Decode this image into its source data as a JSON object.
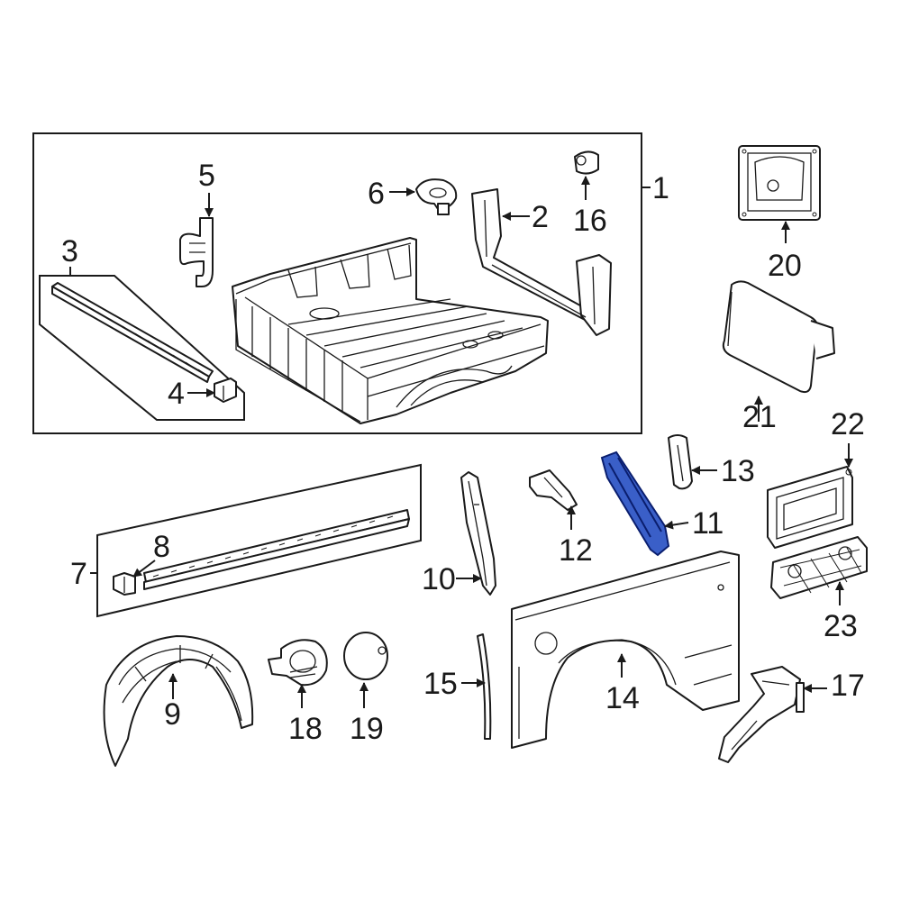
{
  "colors": {
    "line": "#1a1a1a",
    "background": "#ffffff",
    "highlight_fill": "#3a5fc8",
    "highlight_stroke": "#0a1e6e"
  },
  "highlighted_part": "11",
  "callouts": {
    "c1": "1",
    "c2": "2",
    "c3": "3",
    "c4": "4",
    "c5": "5",
    "c6": "6",
    "c7": "7",
    "c8": "8",
    "c9": "9",
    "c10": "10",
    "c11": "11",
    "c12": "12",
    "c13": "13",
    "c14": "14",
    "c15": "15",
    "c16": "16",
    "c17": "17",
    "c18": "18",
    "c19": "19",
    "c20": "20",
    "c21": "21",
    "c22": "22",
    "c23": "23"
  }
}
